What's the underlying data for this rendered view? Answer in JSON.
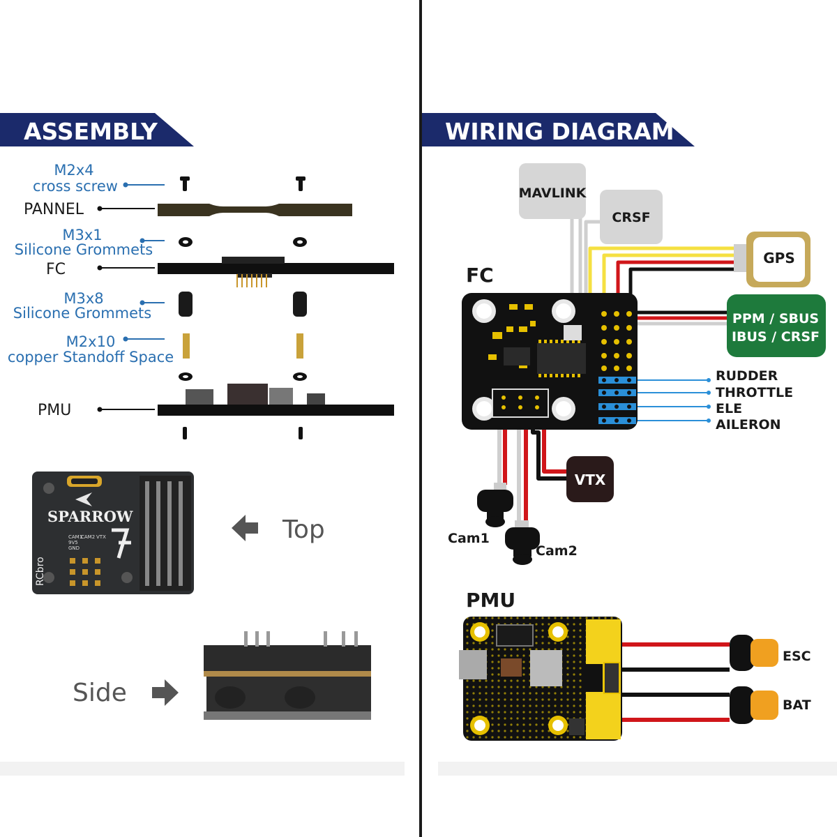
{
  "assembly": {
    "header": "ASSEMBLY",
    "labels": {
      "screw_top": "M2x4",
      "screw_bottom": "cross screw",
      "pannel": "PANNEL",
      "grommet1_top": "M3x1",
      "grommet1_bottom": "Silicone Grommets",
      "fc": "FC",
      "grommet2_top": "M3x8",
      "grommet2_bottom": "Silicone Grommets",
      "standoff_top": "M2x10",
      "standoff_bottom": "copper Standoff Space",
      "pmu": "PMU"
    },
    "board": {
      "brand": "SPARROW",
      "maker": "RCbro",
      "pad_labels": [
        "CAM1",
        "CAM2",
        "VTX"
      ],
      "pad_voltage": "9V5",
      "pad_ground": "GND"
    },
    "views": {
      "top": "Top",
      "side": "Side"
    }
  },
  "wiring": {
    "header": "WIRING DIAGRAM",
    "fc_title": "FC",
    "pmu_title": "PMU",
    "mavlink": "MAVLINK",
    "crsf": "CRSF",
    "gps": "GPS",
    "receiver_line1": "PPM / SBUS",
    "receiver_line2": "IBUS / CRSF",
    "channels": [
      "RUDDER",
      "THROTTLE",
      "ELE",
      "AILERON"
    ],
    "vtx": "VTX",
    "cam1": "Cam1",
    "cam2": "Cam2",
    "esc": "ESC",
    "bat": "BAT"
  },
  "colors": {
    "header_navy": "#1b2a6b",
    "label_blue": "#2a6fb0",
    "receiver_green": "#1e7a3c",
    "connector_orange": "#f0a020",
    "pcb_black": "#111111",
    "wire_red": "#d0161a",
    "wire_yellow": "#f5e042",
    "pin_blue": "#2a8fd8"
  }
}
